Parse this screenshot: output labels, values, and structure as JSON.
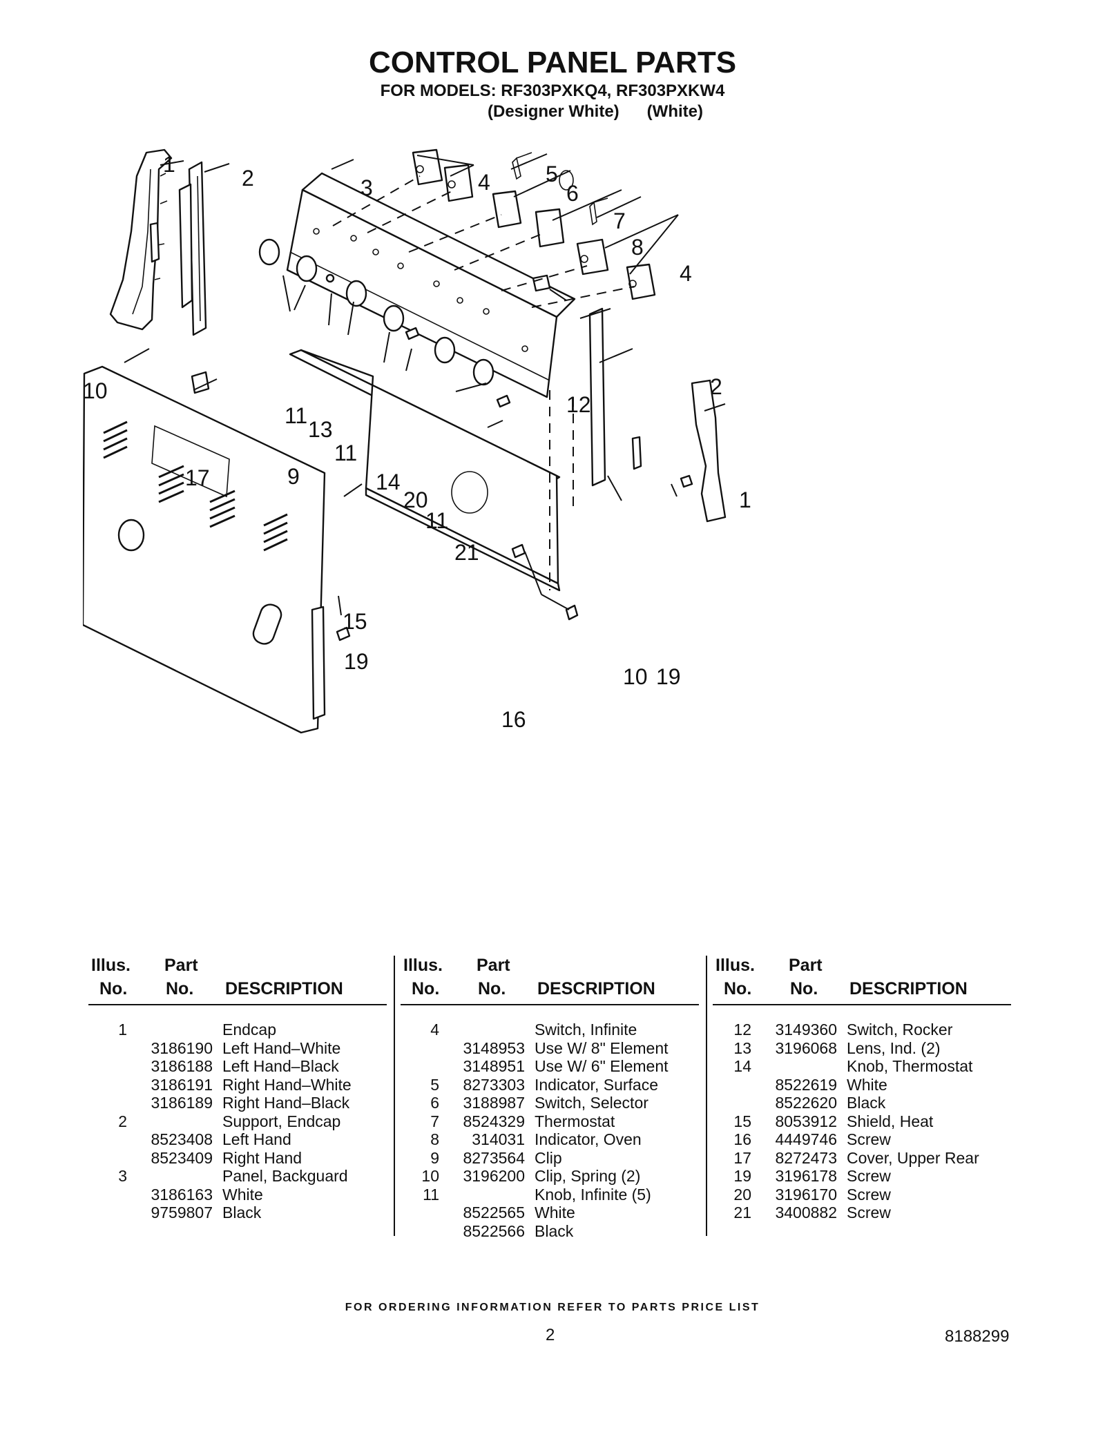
{
  "header": {
    "title": "CONTROL PANEL PARTS",
    "models_line": "FOR MODELS: RF303PXKQ4, RF303PXKW4",
    "variants_line": "(Designer White)      (White)"
  },
  "diagram": {
    "callouts": [
      "1",
      "2",
      "3",
      "4",
      "5",
      "6",
      "7",
      "8",
      "4",
      "10",
      "11",
      "13",
      "11",
      "14",
      "20",
      "11",
      "21",
      "12",
      "2",
      "1",
      "17",
      "9",
      "15",
      "19",
      "16",
      "10",
      "19"
    ]
  },
  "table_headers": {
    "illus_top": "Illus.",
    "illus_bottom": "No.",
    "part_top": "Part",
    "part_bottom": "No.",
    "description": "DESCRIPTION"
  },
  "parts_columns": [
    [
      {
        "illus": "1",
        "part": "",
        "desc": "Endcap"
      },
      {
        "illus": "",
        "part": "3186190",
        "desc": "Left Hand–White"
      },
      {
        "illus": "",
        "part": "3186188",
        "desc": "Left Hand–Black"
      },
      {
        "illus": "",
        "part": "3186191",
        "desc": "Right Hand–White"
      },
      {
        "illus": "",
        "part": "3186189",
        "desc": "Right Hand–Black"
      },
      {
        "illus": "2",
        "part": "",
        "desc": "Support, Endcap"
      },
      {
        "illus": "",
        "part": "8523408",
        "desc": "Left Hand"
      },
      {
        "illus": "",
        "part": "8523409",
        "desc": "Right Hand"
      },
      {
        "illus": "3",
        "part": "",
        "desc": "Panel, Backguard"
      },
      {
        "illus": "",
        "part": "3186163",
        "desc": "White"
      },
      {
        "illus": "",
        "part": "9759807",
        "desc": "Black"
      }
    ],
    [
      {
        "illus": "4",
        "part": "",
        "desc": "Switch, Infinite"
      },
      {
        "illus": "",
        "part": "3148953",
        "desc": "Use W/ 8\" Element"
      },
      {
        "illus": "",
        "part": "3148951",
        "desc": "Use W/ 6\" Element"
      },
      {
        "illus": "5",
        "part": "8273303",
        "desc": "Indicator, Surface"
      },
      {
        "illus": "6",
        "part": "3188987",
        "desc": "Switch, Selector"
      },
      {
        "illus": "7",
        "part": "8524329",
        "desc": "Thermostat"
      },
      {
        "illus": "8",
        "part": "314031",
        "desc": "Indicator, Oven"
      },
      {
        "illus": "9",
        "part": "8273564",
        "desc": "Clip"
      },
      {
        "illus": "10",
        "part": "3196200",
        "desc": "Clip, Spring (2)"
      },
      {
        "illus": "11",
        "part": "",
        "desc": "Knob, Infinite (5)"
      },
      {
        "illus": "",
        "part": "8522565",
        "desc": "White"
      },
      {
        "illus": "",
        "part": "8522566",
        "desc": "Black"
      }
    ],
    [
      {
        "illus": "12",
        "part": "3149360",
        "desc": "Switch, Rocker"
      },
      {
        "illus": "13",
        "part": "3196068",
        "desc": "Lens, Ind. (2)"
      },
      {
        "illus": "14",
        "part": "",
        "desc": "Knob, Thermostat"
      },
      {
        "illus": "",
        "part": "8522619",
        "desc": "White"
      },
      {
        "illus": "",
        "part": "8522620",
        "desc": "Black"
      },
      {
        "illus": "15",
        "part": "8053912",
        "desc": "Shield, Heat"
      },
      {
        "illus": "16",
        "part": "4449746",
        "desc": "Screw"
      },
      {
        "illus": "17",
        "part": "8272473",
        "desc": "Cover, Upper Rear"
      },
      {
        "illus": "19",
        "part": "3196178",
        "desc": "Screw"
      },
      {
        "illus": "20",
        "part": "3196170",
        "desc": "Screw"
      },
      {
        "illus": "21",
        "part": "3400882",
        "desc": "Screw"
      }
    ]
  ],
  "footer": {
    "ordering_note": "FOR ORDERING INFORMATION REFER TO PARTS PRICE LIST",
    "page_number": "2",
    "document_number": "8188299"
  }
}
